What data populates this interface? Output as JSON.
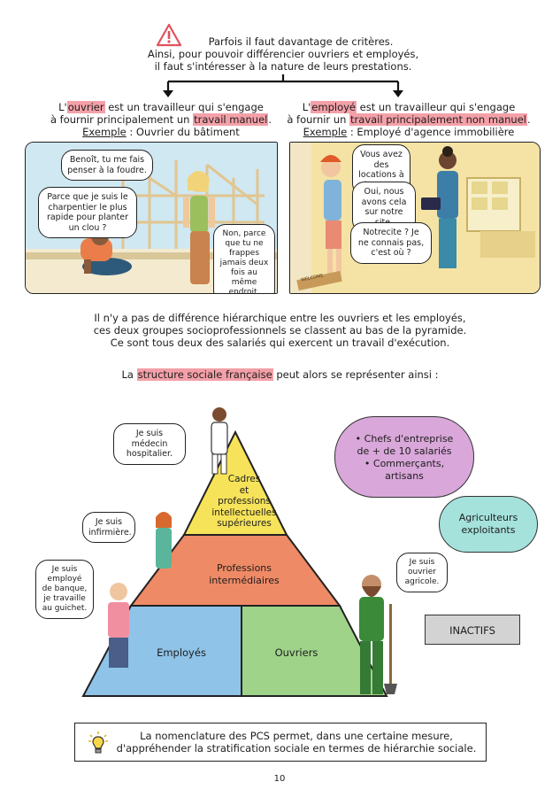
{
  "intro": {
    "line1": "Parfois il faut davantage de critères.",
    "line2": "Ainsi, pour pouvoir différencier ouvriers et employés,",
    "line3": "il faut s'intéresser à la nature de leurs prestations."
  },
  "left": {
    "pre": "L'",
    "term": "ouvrier",
    "mid": " est un travailleur qui s'engage",
    "line2pre": "à fournir principalement un ",
    "line2hl": "travail manuel",
    "line2post": ".",
    "ex_label": "Exemple",
    "ex_text": " : Ouvrier du bâtiment",
    "bubbles": [
      "Benoît, tu me fais penser à la foudre.",
      "Parce que je suis le charpentier le plus rapide pour planter un clou ?",
      "Non, parce que tu ne frappes jamais deux fois au même endroit."
    ]
  },
  "right": {
    "pre": "L'",
    "term": "employé",
    "mid": " est un travailleur qui s'engage",
    "line2pre": "à fournir un ",
    "line2hl": "travail principalement non manuel",
    "line2post": ".",
    "ex_label": "Exemple",
    "ex_text": " : Employé d'agence immobilière",
    "bubbles": [
      "Vous avez des locations à la mer ?",
      "Oui, nous avons cela sur notre site.",
      "Notrecite ? Je ne connais pas, c'est où ?"
    ],
    "doormat": "WELCOME"
  },
  "middle": {
    "line1": "Il n'y a pas de différence hiérarchique entre les ouvriers et les employés,",
    "line2": "ces deux groupes socioprofessionnels se classent au bas de la pyramide.",
    "line3": "Ce sont tous deux des salariés qui exercent un travail d'exécution."
  },
  "structure": {
    "pre": "La ",
    "hl": "structure sociale française",
    "post": " peut alors se représenter ainsi :"
  },
  "pyramid": {
    "top": [
      "Cadres",
      "et",
      "professions",
      "intellectuelles",
      "supérieures"
    ],
    "middle": [
      "Professions",
      "intermédiaires"
    ],
    "bottom_left": "Employés",
    "bottom_right": "Ouvriers",
    "colors": {
      "top": "#f7e35a",
      "middle": "#ef8a66",
      "left": "#8fc3e8",
      "right": "#9fd389"
    }
  },
  "people_bubbles": {
    "doctor": "Je suis médecin hospitalier.",
    "nurse": "Je suis infirmière.",
    "bank": "Je suis employé de banque, je travaille au guichet.",
    "farmer": "Je suis ouvrier agricole."
  },
  "clouds": {
    "purple": [
      "• Chefs d'entreprise",
      "de + de 10 salariés",
      "• Commerçants,",
      "artisans"
    ],
    "teal": [
      "Agriculteurs",
      "exploitants"
    ],
    "purple_color": "#d9a7d9",
    "teal_color": "#a5e2dc"
  },
  "inactifs": "INACTIFS",
  "note": {
    "line1": "La nomenclature des PCS permet, dans une certaine mesure,",
    "line2": "d'appréhender la stratification sociale en termes de hiérarchie sociale."
  },
  "page_number": "10"
}
